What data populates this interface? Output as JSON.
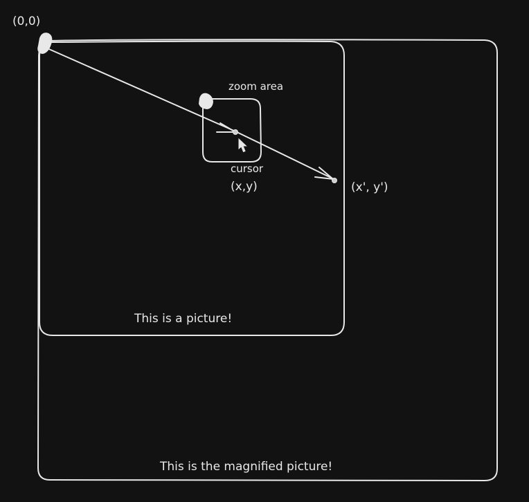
{
  "diagram": {
    "origin_label": "(0,0)",
    "zoom_area_label": "zoom area",
    "cursor_label": "cursor",
    "cursor_coord_label": "(x,y)",
    "target_coord_label": "(x', y')",
    "picture_label": "This is a picture!",
    "magnified_label": "This is the magnified picture!"
  },
  "colors": {
    "background": "#121212",
    "ink": "#e8e8e8"
  }
}
